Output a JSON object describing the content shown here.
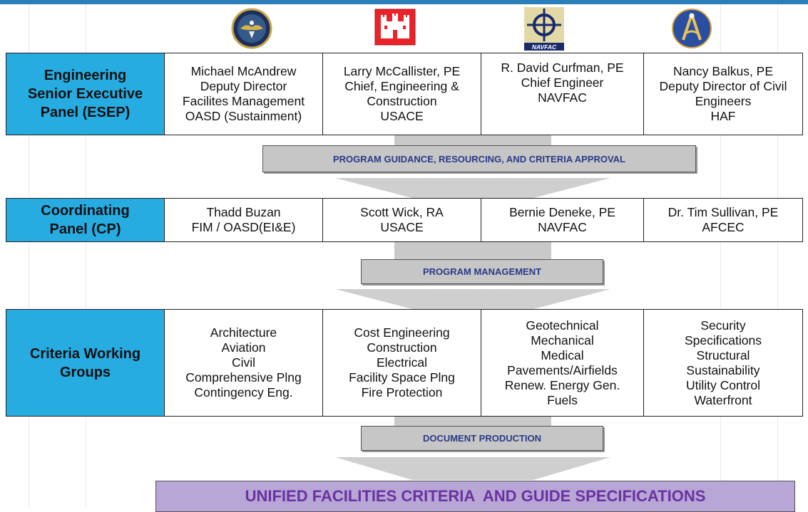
{
  "logos": [
    {
      "name": "Department of Defense seal",
      "icon": "dod-seal-icon"
    },
    {
      "name": "USACE castle",
      "icon": "usace-castle-icon"
    },
    {
      "name": "NAVFAC",
      "icon": "navfac-icon",
      "text": "NAVFAC"
    },
    {
      "name": "Air Force Civil Engineer",
      "icon": "af-civil-engineer-icon"
    }
  ],
  "esep": {
    "header": [
      "Engineering",
      "Senior Executive",
      "Panel (ESEP)"
    ],
    "cells": [
      [
        "Michael McAndrew",
        "Deputy Director",
        "Facilites Management",
        "OASD (Sustainment)"
      ],
      [
        "Larry McCallister, PE",
        "Chief, Engineering &",
        "Construction",
        "USACE"
      ],
      [
        "R. David Curfman, PE",
        "Chief Engineer",
        "NAVFAC"
      ],
      [
        "Nancy Balkus, PE",
        "Deputy Director of Civil",
        "Engineers",
        "HAF"
      ]
    ]
  },
  "arrow1": {
    "label": "PROGRAM GUIDANCE, RESOURCING, AND CRITERIA APPROVAL"
  },
  "cp": {
    "header": [
      "Coordinating",
      "Panel (CP)"
    ],
    "cells": [
      [
        "Thadd Buzan",
        "FIM / OASD(EI&E)"
      ],
      [
        "Scott Wick, RA",
        "USACE"
      ],
      [
        "Bernie Deneke, PE",
        "NAVFAC"
      ],
      [
        "Dr. Tim Sullivan, PE",
        "AFCEC"
      ]
    ]
  },
  "arrow2": {
    "label": "PROGRAM MANAGEMENT"
  },
  "cwg": {
    "header": [
      "Criteria Working",
      "Groups"
    ],
    "cells": [
      [
        "Architecture",
        "Aviation",
        "Civil",
        "Comprehensive Plng",
        "Contingency Eng."
      ],
      [
        "Cost Engineering",
        "Construction",
        "Electrical",
        "Facility Space Plng",
        "Fire Protection"
      ],
      [
        "Geotechnical",
        "Mechanical",
        "Medical",
        "Pavements/Airfields",
        "Renew. Energy Gen.",
        "Fuels"
      ],
      [
        "Security",
        "Specifications",
        "Structural",
        "Sustainability",
        "Utility Control",
        "Waterfront"
      ]
    ]
  },
  "arrow3": {
    "label": "DOCUMENT PRODUCTION"
  },
  "final": {
    "label": "UNIFIED FACILITIES CRITERIA  AND GUIDE SPECIFICATIONS"
  },
  "colors": {
    "header_fill": "#27ace2",
    "arrow_fill": "#c6c6c6",
    "bar_text": "#2b3a87",
    "final_fill": "#b7a6d6",
    "final_text": "#6a32a0",
    "top_bar": "#2a7fb8"
  }
}
